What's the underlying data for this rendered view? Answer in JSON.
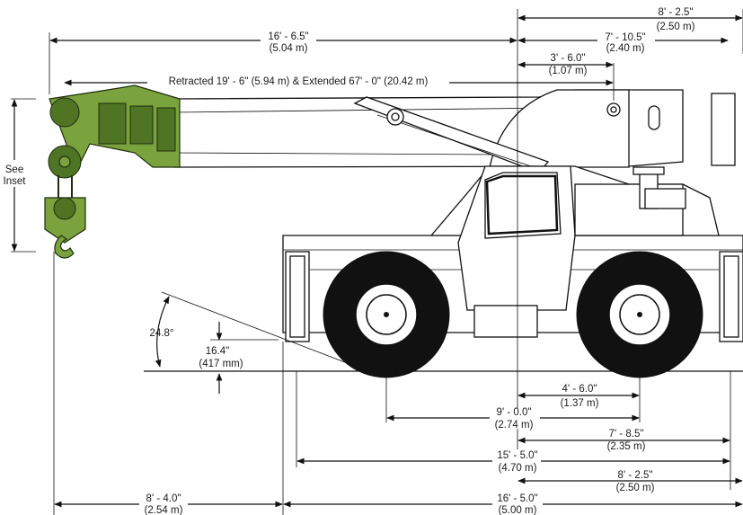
{
  "dimensions": {
    "boom_to_rear": "16' - 6.5\"",
    "boom_to_rear_metric": "(5.04 m)",
    "rear_8_2_5_top": "8' - 2.5\"",
    "rear_8_2_5_top_metric": "(2.50 m)",
    "rear_7_10_5": "7' - 10.5\"",
    "rear_7_10_5_metric": "(2.40 m)",
    "sheave_3_6": "3' - 6.0\"",
    "sheave_3_6_metric": "(1.07 m)",
    "boom_length": "Retracted 19' - 6\" (5.94 m) & Extended 67' - 0\" (20.42 m)",
    "see_inset_line1": "See",
    "see_inset_line2": "Inset",
    "approach_angle": "24.8°",
    "ground_clearance": "16.4\"",
    "ground_clearance_metric": "(417 mm)",
    "axle_4_6": "4' - 6.0\"",
    "axle_4_6_metric": "(1.37 m)",
    "wheelbase": "9' - 0.0\"",
    "wheelbase_metric": "(2.74 m)",
    "rear_7_8_5": "7' - 8.5\"",
    "rear_7_8_5_metric": "(2.35 m)",
    "length_15_5": "15' - 5.0\"",
    "length_15_5_metric": "(4.70 m)",
    "rear_8_2_5_bottom": "8' - 2.5\"",
    "rear_8_2_5_bottom_metric": "(2.50 m)",
    "overhang_8_4": "8' - 4.0\"",
    "overhang_8_4_metric": "(2.54 m)",
    "length_16_5": "16' - 5.0\"",
    "length_16_5_metric": "(5.00 m)"
  },
  "colors": {
    "boom_head": "#7aa33e",
    "boom_head_dark": "#4f7424",
    "tire": "#111111"
  }
}
